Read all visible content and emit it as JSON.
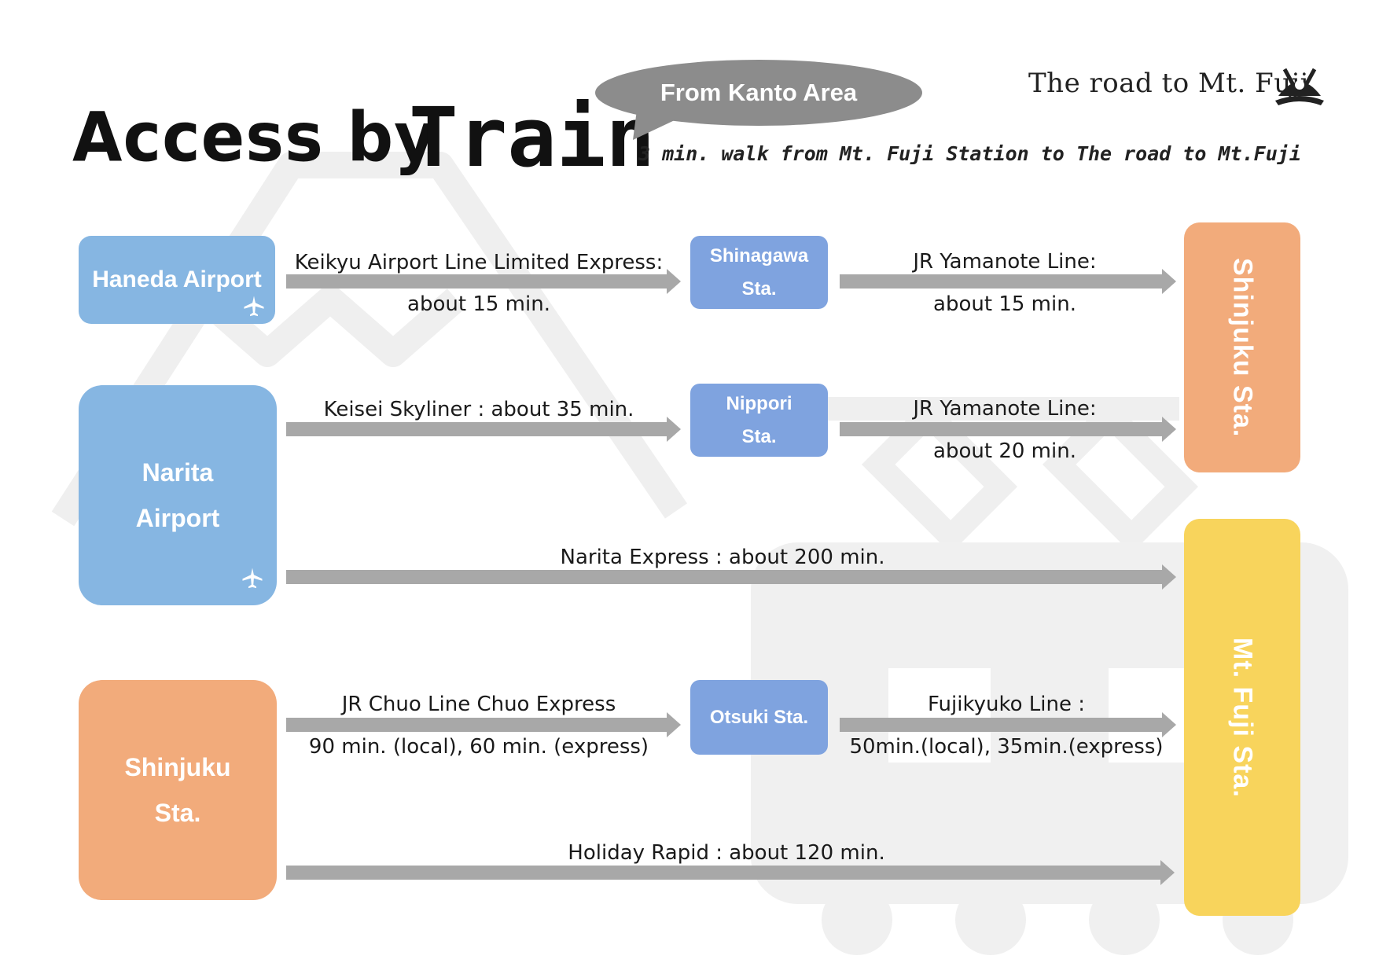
{
  "header": {
    "title_access": "Access by",
    "title_train": "Train",
    "bubble": "From Kanto Area",
    "subtitle": "3 min. walk from Mt. Fuji Station to The road to Mt.Fuji",
    "brand": "The road to Mt. Fuji"
  },
  "nodes": {
    "haneda": "Haneda Airport",
    "narita_line1": "Narita",
    "narita_line2": "Airport",
    "shinjuku_origin_line1": "Shinjuku",
    "shinjuku_origin_line2": "Sta.",
    "shinagawa_line1": "Shinagawa",
    "shinagawa_line2": "Sta.",
    "nippori_line1": "Nippori",
    "nippori_line2": "Sta.",
    "otsuki": "Otsuki Sta.",
    "shinjuku_dest": "Shinjuku Sta.",
    "mtfuji_dest": "Mt. Fuji Sta."
  },
  "routes": {
    "keikyu_line1": "Keikyu Airport Line Limited Express:",
    "keikyu_line2": "about 15 min.",
    "jr_yamanote_a_line1": "JR Yamanote Line:",
    "jr_yamanote_a_line2": "about 15 min.",
    "keisei": "Keisei Skyliner : about 35 min.",
    "jr_yamanote_b_line1": "JR Yamanote Line:",
    "jr_yamanote_b_line2": "about 20 min.",
    "narita_express": "Narita Express : about 200 min.",
    "chuo_line1": "JR Chuo Line Chuo Express",
    "chuo_line2": "90 min. (local), 60 min. (express)",
    "fujikyuko_line1": "Fujikyuko Line :",
    "fujikyuko_line2": "50min.(local), 35min.(express)",
    "holiday_rapid": "Holiday Rapid : about 120 min."
  },
  "icons": {
    "plane": "airplane-icon",
    "logo": "samurai-helmet-logo",
    "background": [
      "mountain-watermark",
      "shrine-watermark",
      "train-watermark"
    ]
  },
  "colors": {
    "airport_blue": "#86b6e2",
    "station_blue": "#7fa3df",
    "shinjuku_orange": "#f2ab7b",
    "mtfuji_yellow": "#f8d45c",
    "arrow_gray": "#a8a8a8",
    "bubble_gray": "#8c8c8c"
  }
}
